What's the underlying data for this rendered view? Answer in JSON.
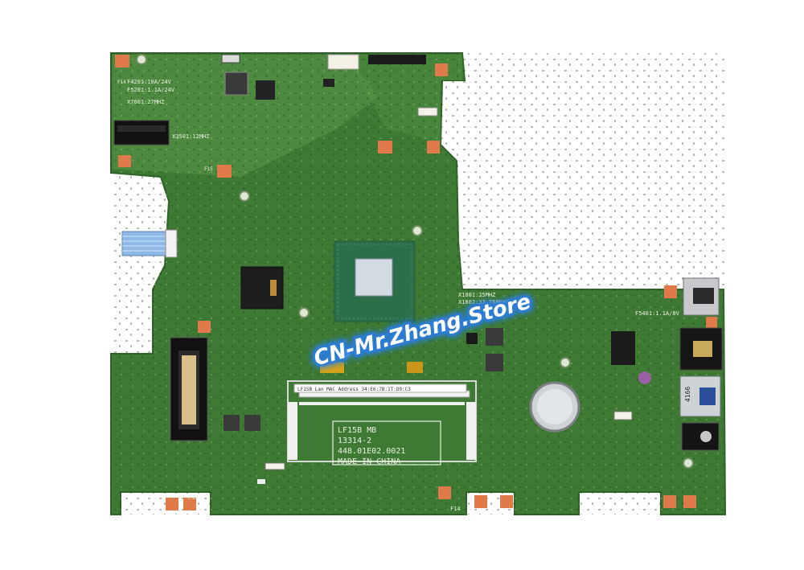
{
  "watermark": "CN-Mr.Zhang.Store",
  "board": {
    "model": "LF15B MB",
    "part": "13314-2",
    "serial": "448.01E02.0021",
    "origin": "MADE IN CHINA",
    "fuse_labels": [
      "F4201:10A/24V",
      "F5201:1.1A/24V",
      "F5401:1.1A/8V"
    ],
    "crystal_labels": [
      "X7601:27MHZ",
      "X3501:12MHZ",
      "X1801:25MHZ",
      "X1802:32.768KHZ"
    ],
    "sticker": "LF15B Lan MAC Address 34:E6:7B:1T:D9:C3",
    "usb_label": "4166",
    "corner_marks": [
      "F14",
      "F14",
      "F14",
      "F15"
    ]
  },
  "colors": {
    "pcb_green": "#3f7a35",
    "pcb_dark": "#2f6328",
    "pad_copper": "#e07a4a",
    "watermark_fill": "#ffffff",
    "watermark_glow": "#2a7de1"
  }
}
